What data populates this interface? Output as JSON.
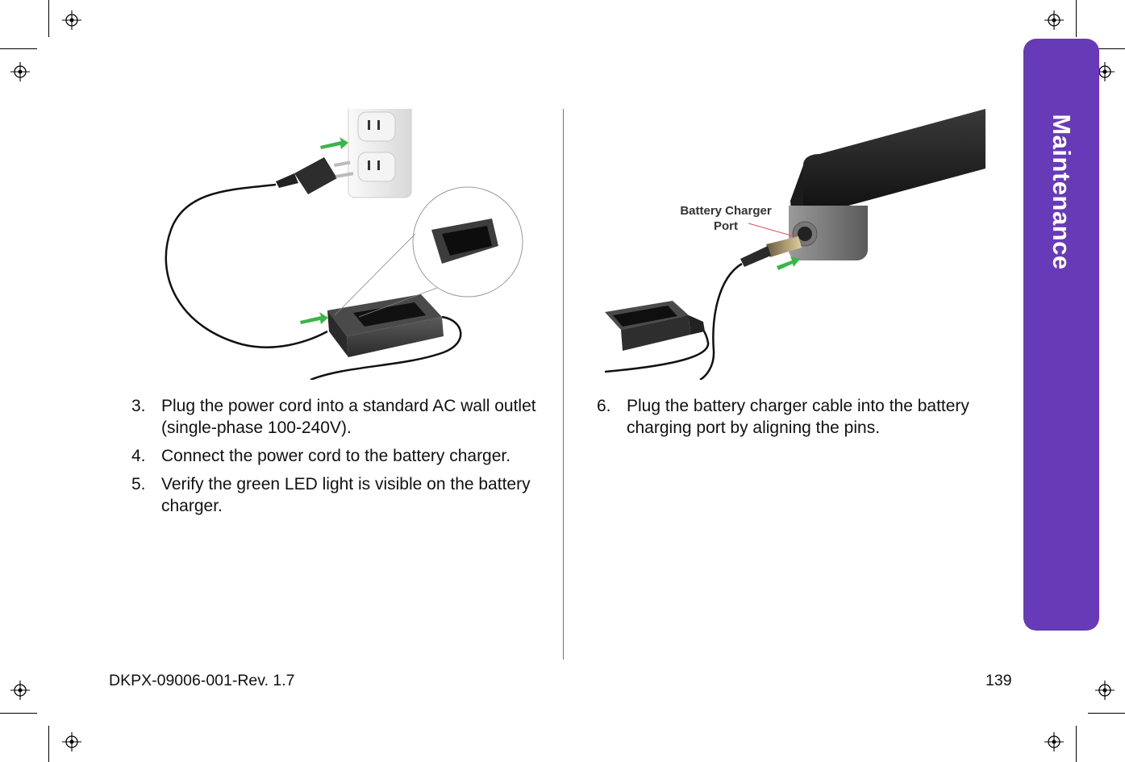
{
  "tab": {
    "label": "Maintenance"
  },
  "left_column": {
    "steps": [
      {
        "number": "3.",
        "text": "Plug the power cord into a standard AC wall outlet (single-phase 100-240V)."
      },
      {
        "number": "4.",
        "text": "Connect the power cord to the battery charger."
      },
      {
        "number": "5.",
        "text": "Verify the green LED light is visible on the battery charger."
      }
    ]
  },
  "right_column": {
    "figure_callout": {
      "line1": "Battery Charger",
      "line2": "Port"
    },
    "steps": [
      {
        "number": "6.",
        "text": "Plug the battery charger cable into the battery charging port by aligning the pins."
      }
    ]
  },
  "footer": {
    "doc_id": "DKPX-09006-001-Rev. 1.7",
    "page_number": "139"
  },
  "colors": {
    "tab": "#673ab7",
    "arrow": "#3bb54a",
    "callout_line": "#e05060"
  },
  "icons": {
    "registration_mark": "crosshair-circle-icon",
    "arrow": "green-arrow-icon"
  }
}
